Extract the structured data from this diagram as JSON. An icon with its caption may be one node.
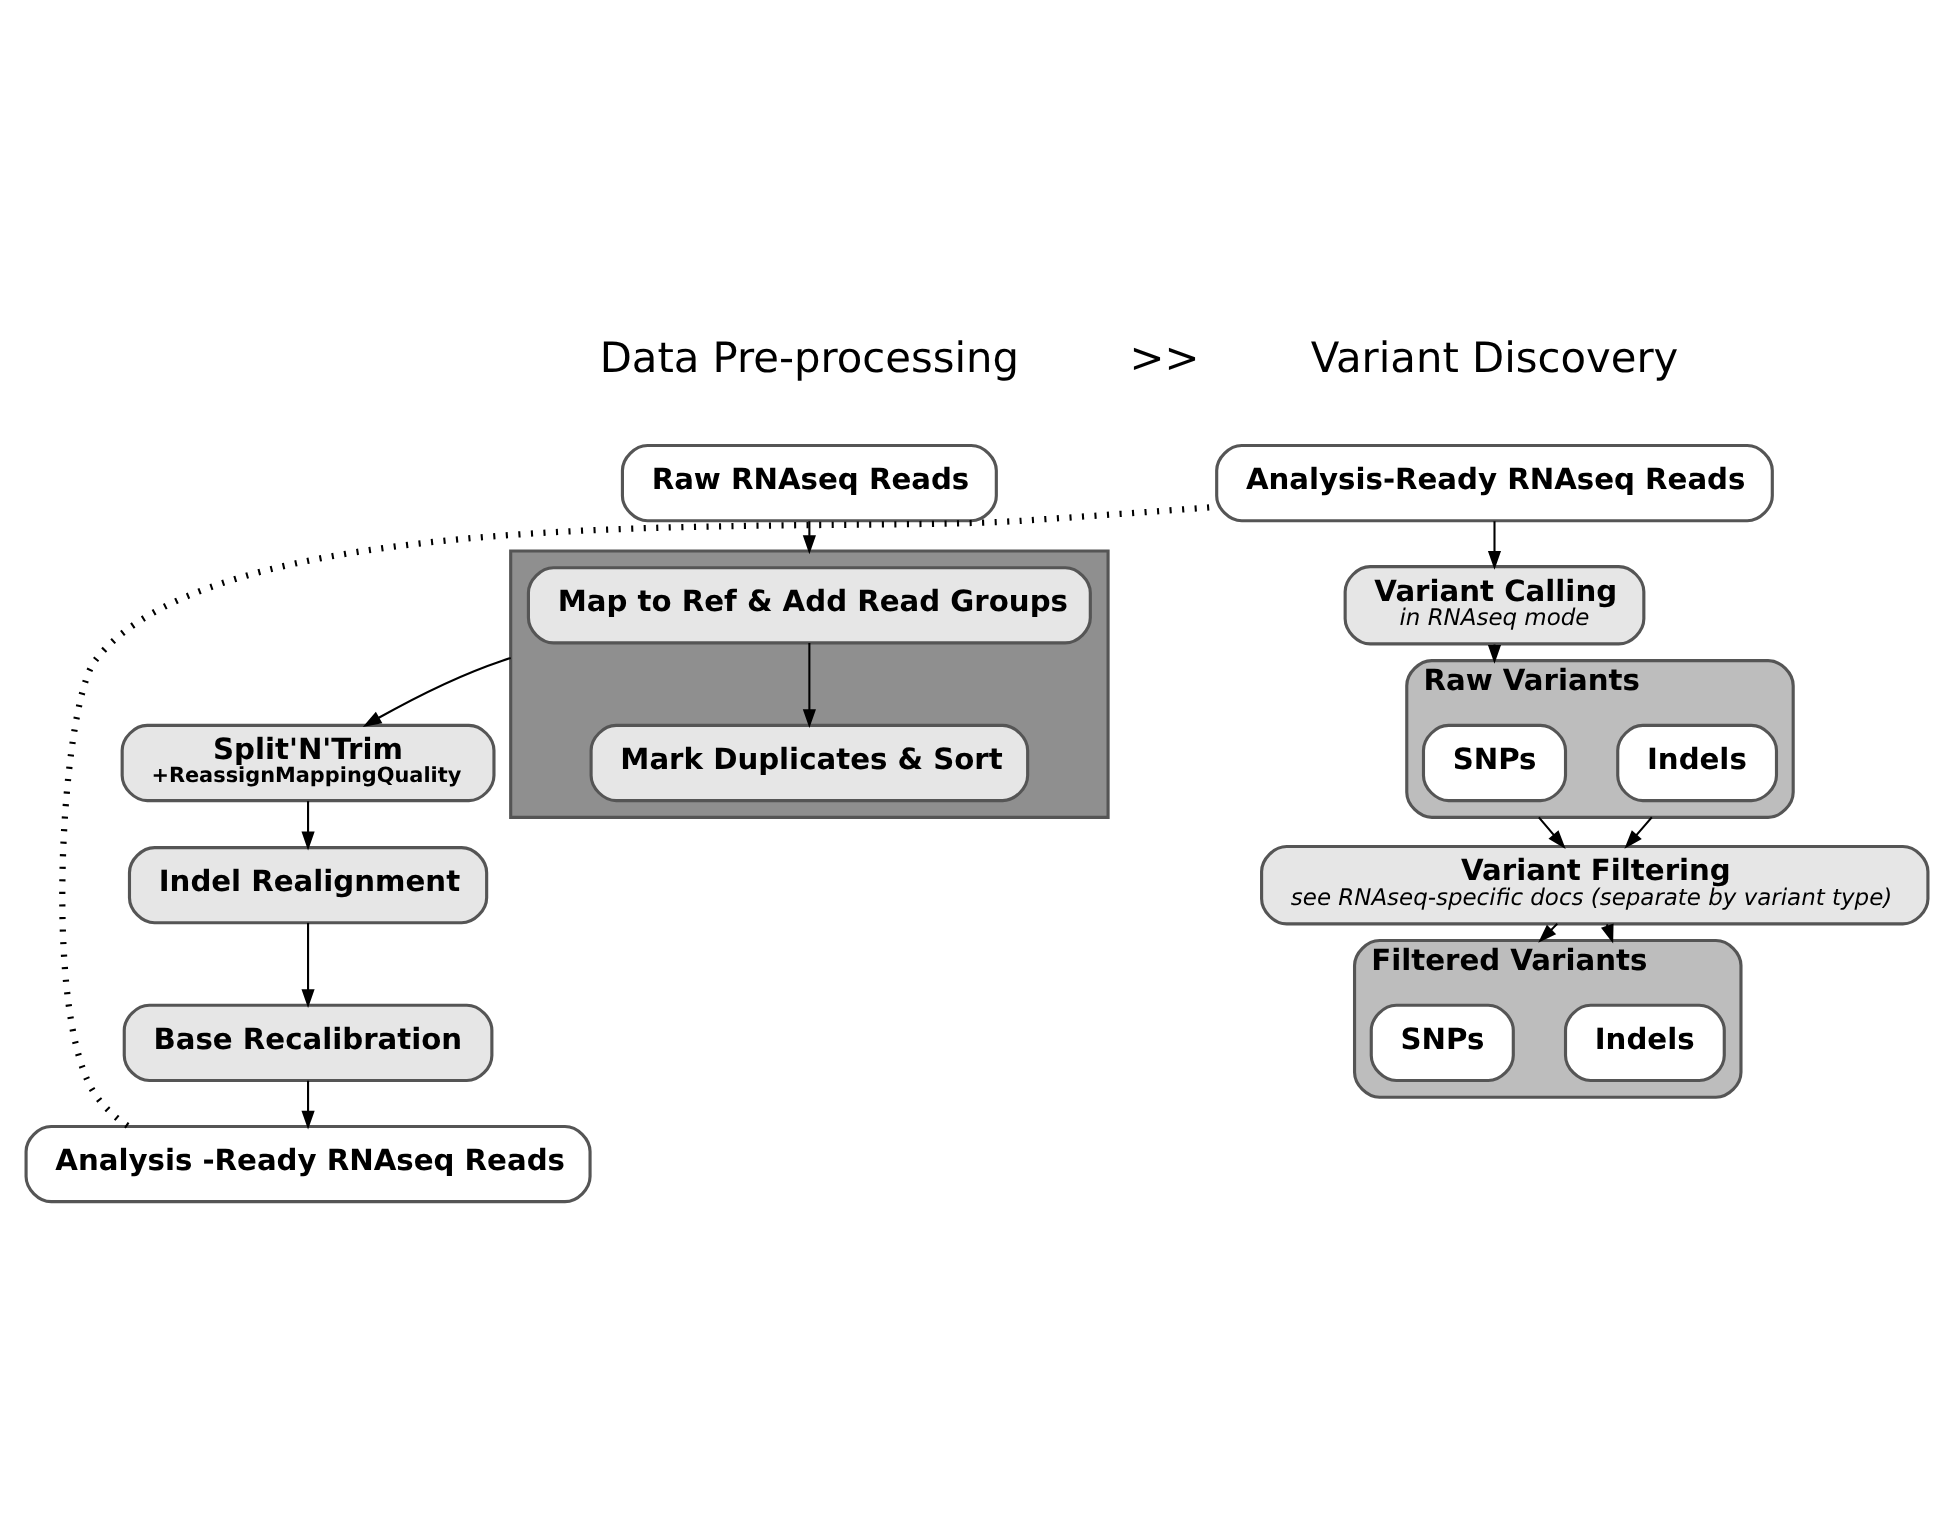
{
  "diagram": {
    "nodes": [
      {
        "text": [
          "Raw RNAseq Reads"
        ]
      },
      {
        "text": [],
        "shape": "box"
      },
      {
        "text": [
          "Map to Ref & Add Read Groups"
        ],
        "in": 1
      },
      {
        "text": [
          "Mark Duplicates & Sort"
        ],
        "in": 1
      },
      {
        "text": [
          "Split'N'Trim",
          "+ReassignMappingQuality"
        ]
      },
      {
        "text": [
          "Indel Realignment"
        ]
      },
      {
        "text": [
          "Base Recalibration"
        ]
      },
      {
        "text": [
          "Analysis -Ready RNAseq Reads"
        ]
      },
      {
        "text": [
          "Analysis-Ready RNAseq Reads"
        ]
      },
      {
        "text": [
          "Variant Calling",
          "in RNAseq mode"
        ]
      },
      {
        "text": [
          "Raw Variants"
        ]
      },
      {
        "text": [
          "SNPs"
        ],
        "in": 10
      },
      {
        "text": [
          "Indels"
        ],
        "in": 10
      },
      {
        "text": [
          "Variant Filtering",
          "see RNAseq-specific docs (separate by variant type)"
        ]
      },
      {
        "text": [
          "Filtered Variants"
        ]
      },
      {
        "text": [
          "SNPs"
        ],
        "in": 14
      },
      {
        "text": [
          "Indels"
        ],
        "in": 14
      }
    ],
    "edges": [
      {
        "from": 0,
        "to": 1,
        "arrow": "to"
      },
      {
        "from": 2,
        "to": 3,
        "arrow": "to"
      },
      {
        "from": 1,
        "to": 4,
        "arrow": "to"
      },
      {
        "from": 4,
        "to": 5,
        "arrow": "to"
      },
      {
        "from": 5,
        "to": 6,
        "arrow": "to"
      },
      {
        "from": 6,
        "to": 7,
        "arrow": "to"
      },
      {
        "from": 7,
        "to": 8,
        "arrow": "none",
        "style": "dashed"
      },
      {
        "from": 8,
        "to": 9,
        "arrow": "to"
      },
      {
        "from": 9,
        "to": 10,
        "arrow": "to"
      },
      {
        "from": 11,
        "to": 13,
        "arrow": "to"
      },
      {
        "from": 12,
        "to": 13,
        "arrow": "to"
      },
      {
        "from": 13,
        "to": 15,
        "arrow": "to"
      },
      {
        "from": 13,
        "to": 16,
        "arrow": "to"
      }
    ],
    "labels": [
      "Data Pre-processing",
      ">>",
      "Variant Discovery"
    ]
  }
}
